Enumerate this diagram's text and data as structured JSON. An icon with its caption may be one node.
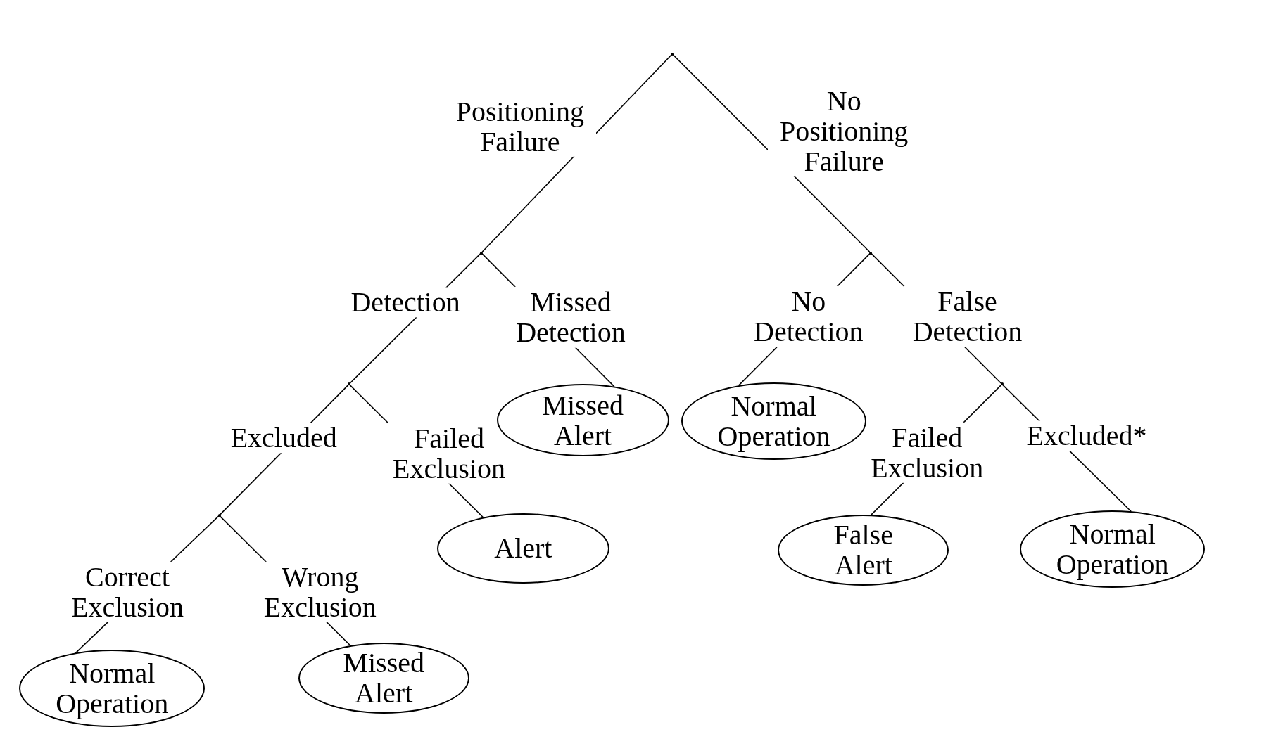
{
  "diagram": {
    "nodes": [
      {
        "text": [],
        "shape": "point"
      },
      {
        "text": [],
        "shape": "point"
      },
      {
        "text": [],
        "shape": "point"
      },
      {
        "text": [],
        "shape": "point"
      },
      {
        "text": [],
        "shape": "point"
      },
      {
        "text": [
          "Missed Alert"
        ]
      },
      {
        "text": [
          "Normal Operation"
        ]
      },
      {
        "text": [],
        "shape": "point"
      },
      {
        "text": [
          "Alert"
        ]
      },
      {
        "text": [
          "False Alert"
        ]
      },
      {
        "text": [
          "Normal Operation"
        ]
      },
      {
        "text": [
          "Missed Alert"
        ]
      },
      {
        "text": [
          "Normal Operation"
        ]
      }
    ],
    "edges": [
      {
        "from": 0,
        "to": 1,
        "arrow": "none",
        "label": "Positioning Failure"
      },
      {
        "from": 0,
        "to": 2,
        "arrow": "none",
        "label": "No Positioning Failure"
      },
      {
        "from": 1,
        "to": 3,
        "arrow": "none",
        "label": "Detection"
      },
      {
        "from": 1,
        "to": 5,
        "arrow": "none",
        "label": "Missed Detection"
      },
      {
        "from": 2,
        "to": 6,
        "arrow": "none",
        "label": "No Detection"
      },
      {
        "from": 2,
        "to": 4,
        "arrow": "none",
        "label": "False Detection"
      },
      {
        "from": 3,
        "to": 7,
        "arrow": "none",
        "label": "Excluded"
      },
      {
        "from": 3,
        "to": 8,
        "arrow": "none",
        "label": "Failed Exclusion"
      },
      {
        "from": 4,
        "to": 9,
        "arrow": "none",
        "label": "Failed Exclusion"
      },
      {
        "from": 4,
        "to": 10,
        "arrow": "none",
        "label": "Excluded*"
      },
      {
        "from": 7,
        "to": 12,
        "arrow": "none",
        "label": "Correct Exclusion"
      },
      {
        "from": 7,
        "to": 11,
        "arrow": "none",
        "label": "Wrong Exclusion"
      }
    ]
  }
}
